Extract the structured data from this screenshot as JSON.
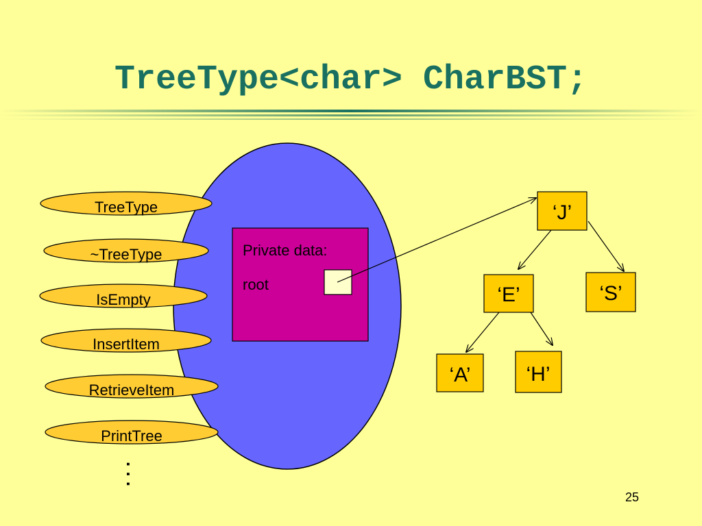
{
  "slide": {
    "title": "TreeType<char> CharBST;",
    "page_number": "25"
  },
  "colors": {
    "background": "#ffff99",
    "title": "#1a7060",
    "object_ellipse": "#6666ff",
    "private_box": "#cc0099",
    "operation_oval": "#ffcc33",
    "tree_node": "#ffcc00",
    "pointer_cell": "#ffffcc"
  },
  "operations": [
    "TreeType",
    "~TreeType",
    "IsEmpty",
    "InsertItem",
    "RetrieveItem",
    "PrintTree"
  ],
  "more_indicator": ". . .",
  "private_data": {
    "heading": "Private data:",
    "field": "root"
  },
  "tree": {
    "nodes": {
      "J": "‘J’",
      "E": "‘E’",
      "S": "‘S’",
      "A": "‘A’",
      "H": "‘H’"
    },
    "edges": [
      [
        "J",
        "E"
      ],
      [
        "J",
        "S"
      ],
      [
        "E",
        "A"
      ],
      [
        "E",
        "H"
      ]
    ]
  }
}
